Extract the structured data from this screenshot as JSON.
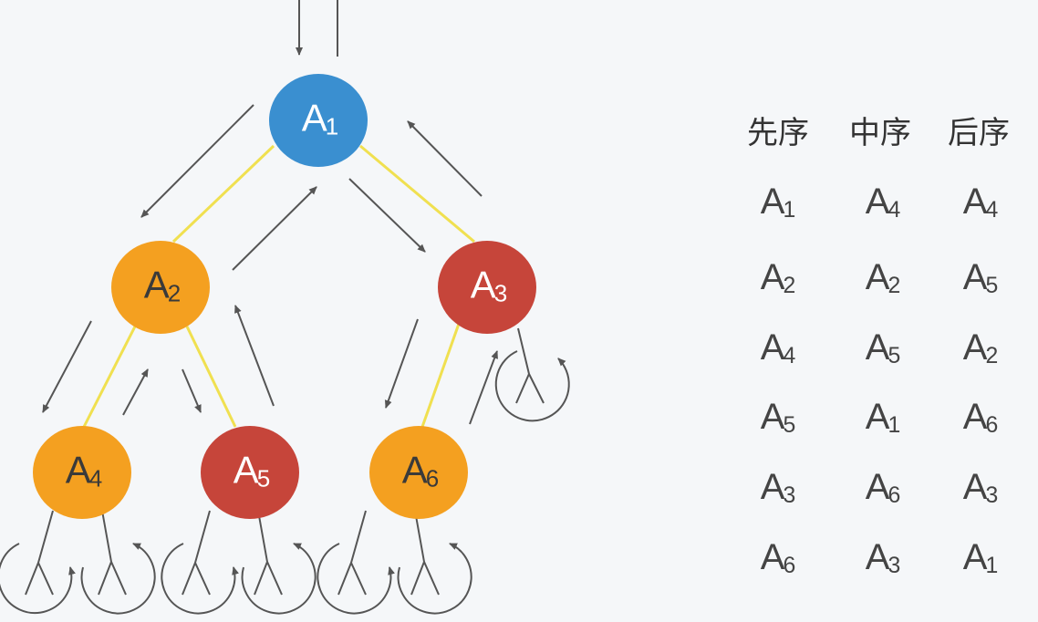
{
  "nodes": [
    {
      "id": "A1",
      "base": "A",
      "sub": "1",
      "color": "#3a8fd0",
      "text": "light"
    },
    {
      "id": "A2",
      "base": "A",
      "sub": "2",
      "color": "#f4a020",
      "text": "dark"
    },
    {
      "id": "A3",
      "base": "A",
      "sub": "3",
      "color": "#c6453a",
      "text": "light"
    },
    {
      "id": "A4",
      "base": "A",
      "sub": "4",
      "color": "#f4a020",
      "text": "dark"
    },
    {
      "id": "A5",
      "base": "A",
      "sub": "5",
      "color": "#c6453a",
      "text": "light"
    },
    {
      "id": "A6",
      "base": "A",
      "sub": "6",
      "color": "#f4a020",
      "text": "dark"
    }
  ],
  "table": {
    "headers": [
      "先序",
      "中序",
      "后序"
    ],
    "columns": [
      [
        "A1",
        "A2",
        "A4",
        "A5",
        "A3",
        "A6"
      ],
      [
        "A4",
        "A2",
        "A5",
        "A1",
        "A6",
        "A3"
      ],
      [
        "A4",
        "A5",
        "A2",
        "A6",
        "A3",
        "A1"
      ]
    ]
  },
  "colors": {
    "edge": "#f0e050",
    "arrow": "#555555",
    "background": "#f5f7f9"
  }
}
